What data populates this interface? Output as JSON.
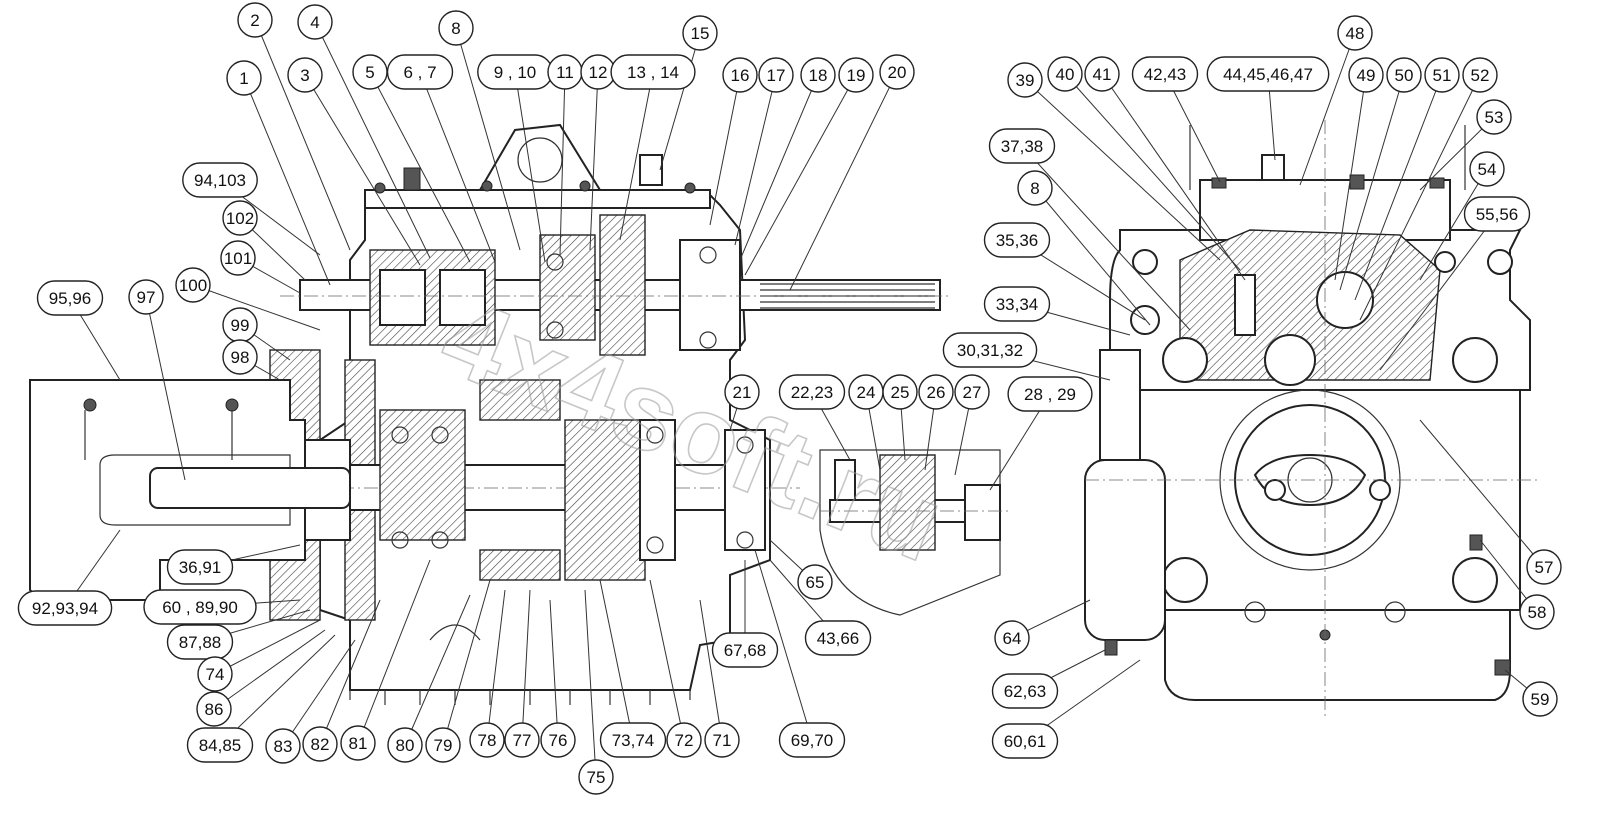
{
  "watermark": "4x4soft.ru",
  "callouts": [
    {
      "id": "c1",
      "text": "1",
      "shape": "circle"
    },
    {
      "id": "c2",
      "text": "2",
      "shape": "circle"
    },
    {
      "id": "c3",
      "text": "3",
      "shape": "circle"
    },
    {
      "id": "c4",
      "text": "4",
      "shape": "circle"
    },
    {
      "id": "c5",
      "text": "5",
      "shape": "circle"
    },
    {
      "id": "c6",
      "text": "6 , 7",
      "shape": "pill"
    },
    {
      "id": "c8a",
      "text": "8",
      "shape": "circle"
    },
    {
      "id": "c9",
      "text": "9 , 10",
      "shape": "pill"
    },
    {
      "id": "c11",
      "text": "11",
      "shape": "circle"
    },
    {
      "id": "c12",
      "text": "12",
      "shape": "circle"
    },
    {
      "id": "c13",
      "text": "13 , 14",
      "shape": "pill"
    },
    {
      "id": "c15",
      "text": "15",
      "shape": "circle"
    },
    {
      "id": "c16",
      "text": "16",
      "shape": "circle"
    },
    {
      "id": "c17",
      "text": "17",
      "shape": "circle"
    },
    {
      "id": "c18",
      "text": "18",
      "shape": "circle"
    },
    {
      "id": "c19",
      "text": "19",
      "shape": "circle"
    },
    {
      "id": "c20",
      "text": "20",
      "shape": "circle"
    },
    {
      "id": "c94103",
      "text": "94,103",
      "shape": "pill"
    },
    {
      "id": "c102",
      "text": "102",
      "shape": "circle"
    },
    {
      "id": "c101",
      "text": "101",
      "shape": "circle"
    },
    {
      "id": "c100",
      "text": "100",
      "shape": "circle"
    },
    {
      "id": "c9596",
      "text": "95,96",
      "shape": "pill"
    },
    {
      "id": "c97",
      "text": "97",
      "shape": "circle"
    },
    {
      "id": "c99",
      "text": "99",
      "shape": "circle"
    },
    {
      "id": "c98",
      "text": "98",
      "shape": "circle"
    },
    {
      "id": "c21",
      "text": "21",
      "shape": "circle"
    },
    {
      "id": "c2223",
      "text": "22,23",
      "shape": "pill"
    },
    {
      "id": "c24",
      "text": "24",
      "shape": "circle"
    },
    {
      "id": "c25",
      "text": "25",
      "shape": "circle"
    },
    {
      "id": "c26",
      "text": "26",
      "shape": "circle"
    },
    {
      "id": "c27",
      "text": "27",
      "shape": "circle"
    },
    {
      "id": "c2829",
      "text": "28 , 29",
      "shape": "pill"
    },
    {
      "id": "c3691",
      "text": "36,91",
      "shape": "pill"
    },
    {
      "id": "c929394",
      "text": "92,93,94",
      "shape": "pill"
    },
    {
      "id": "c608990",
      "text": "60 , 89,90",
      "shape": "pill"
    },
    {
      "id": "c8788",
      "text": "87,88",
      "shape": "pill"
    },
    {
      "id": "c74",
      "text": "74",
      "shape": "circle"
    },
    {
      "id": "c86",
      "text": "86",
      "shape": "circle"
    },
    {
      "id": "c8485",
      "text": "84,85",
      "shape": "pill"
    },
    {
      "id": "c83",
      "text": "83",
      "shape": "circle"
    },
    {
      "id": "c82",
      "text": "82",
      "shape": "circle"
    },
    {
      "id": "c81",
      "text": "81",
      "shape": "circle"
    },
    {
      "id": "c80",
      "text": "80",
      "shape": "circle"
    },
    {
      "id": "c79",
      "text": "79",
      "shape": "circle"
    },
    {
      "id": "c78",
      "text": "78",
      "shape": "circle"
    },
    {
      "id": "c77",
      "text": "77",
      "shape": "circle"
    },
    {
      "id": "c76",
      "text": "76",
      "shape": "circle"
    },
    {
      "id": "c75",
      "text": "75",
      "shape": "circle"
    },
    {
      "id": "c7374",
      "text": "73,74",
      "shape": "pill"
    },
    {
      "id": "c72",
      "text": "72",
      "shape": "circle"
    },
    {
      "id": "c71",
      "text": "71",
      "shape": "circle"
    },
    {
      "id": "c6970",
      "text": "69,70",
      "shape": "pill"
    },
    {
      "id": "c6768",
      "text": "67,68",
      "shape": "pill"
    },
    {
      "id": "c65",
      "text": "65",
      "shape": "circle"
    },
    {
      "id": "c4366",
      "text": "43,66",
      "shape": "pill"
    },
    {
      "id": "c48",
      "text": "48",
      "shape": "circle"
    },
    {
      "id": "c39",
      "text": "39",
      "shape": "circle"
    },
    {
      "id": "c40",
      "text": "40",
      "shape": "circle"
    },
    {
      "id": "c41",
      "text": "41",
      "shape": "circle"
    },
    {
      "id": "c4243",
      "text": "42,43",
      "shape": "pill"
    },
    {
      "id": "c44",
      "text": "44,45,46,47",
      "shape": "pill"
    },
    {
      "id": "c49",
      "text": "49",
      "shape": "circle"
    },
    {
      "id": "c50",
      "text": "50",
      "shape": "circle"
    },
    {
      "id": "c51",
      "text": "51",
      "shape": "circle"
    },
    {
      "id": "c52",
      "text": "52",
      "shape": "circle"
    },
    {
      "id": "c53",
      "text": "53",
      "shape": "circle"
    },
    {
      "id": "c3738",
      "text": "37,38",
      "shape": "pill"
    },
    {
      "id": "c8b",
      "text": "8",
      "shape": "circle"
    },
    {
      "id": "c54",
      "text": "54",
      "shape": "circle"
    },
    {
      "id": "c5556",
      "text": "55,56",
      "shape": "pill"
    },
    {
      "id": "c3536",
      "text": "35,36",
      "shape": "pill"
    },
    {
      "id": "c3334",
      "text": "33,34",
      "shape": "pill"
    },
    {
      "id": "c303132",
      "text": "30,31,32",
      "shape": "pill"
    },
    {
      "id": "c57",
      "text": "57",
      "shape": "circle"
    },
    {
      "id": "c58",
      "text": "58",
      "shape": "circle"
    },
    {
      "id": "c64",
      "text": "64",
      "shape": "circle"
    },
    {
      "id": "c6263",
      "text": "62,63",
      "shape": "pill"
    },
    {
      "id": "c6061",
      "text": "60,61",
      "shape": "pill"
    },
    {
      "id": "c59",
      "text": "59",
      "shape": "circle"
    }
  ]
}
